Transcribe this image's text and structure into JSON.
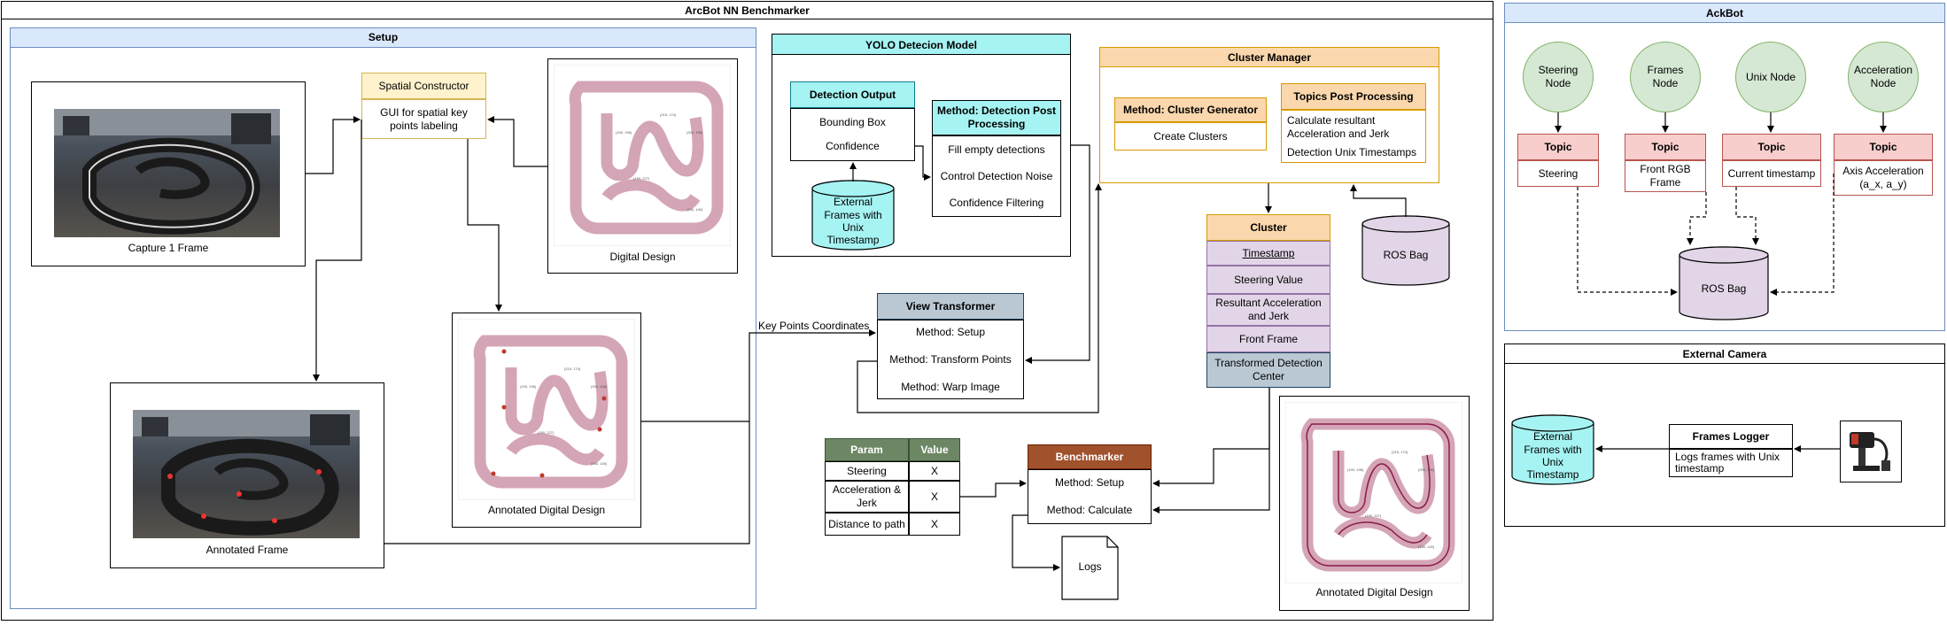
{
  "main": {
    "title": "ArcBot NN Benchmarker",
    "setup": {
      "title": "Setup",
      "capture_caption": "Capture 1 Frame",
      "spatial_title": "Spatial Constructor",
      "spatial_body": "GUI for spatial key points labeling",
      "digital_caption": "Digital Design",
      "annotated_digital_caption": "Annotated Digital Design",
      "annotated_frame_caption": "Annotated Frame"
    },
    "edge_label": "Key Points Coordinates",
    "yolo": {
      "title": "YOLO Detecion Model",
      "det_title": "Detection Output",
      "det_items": [
        "Bounding Box",
        "Confidence"
      ],
      "post_title": "Method: Detection Post Processing",
      "post_items": [
        "Fill empty detections",
        "Control Detection Noise",
        "Confidence Filtering"
      ],
      "ext_frames": "External Frames with Unix Timestamp"
    },
    "view_transformer": {
      "title": "View Transformer",
      "items": [
        "Method: Setup",
        "Method: Transform Points",
        "Method: Warp Image"
      ]
    },
    "cluster_manager": {
      "title": "Cluster Manager",
      "gen_title": "Method: Cluster Generator",
      "gen_body": "Create Clusters",
      "topics_title": "Topics Post Processing",
      "topics_items": [
        "Calculate resultant Acceleration and Jerk",
        "Detection Unix Timestamps"
      ]
    },
    "cluster": {
      "title": "Cluster",
      "items": [
        "Timestamp",
        "Steering Value",
        "Resultant Acceleration and Jerk",
        "Front Frame",
        "Transformed Detection Center"
      ]
    },
    "ros_bag": "ROS Bag",
    "param_table": {
      "headers": [
        "Param",
        "Value"
      ],
      "rows": [
        [
          "Steering",
          "X"
        ],
        [
          "Acceleration & Jerk",
          "X"
        ],
        [
          "Distance to path",
          "X"
        ]
      ]
    },
    "benchmarker": {
      "title": "Benchmarker",
      "items": [
        "Method: Setup",
        "Method: Calculate"
      ]
    },
    "logs": "Logs",
    "annotated_digital_caption": "Annotated Digital Design"
  },
  "ackbot": {
    "title": "AckBot",
    "nodes": [
      "Steering Node",
      "Frames Node",
      "Unix Node",
      "Acceleration Node"
    ],
    "topic_title": "Topic",
    "topics": [
      "Steering",
      "Front RGB Frame",
      "Current timestamp",
      "Axis Acceleration (a_x, a_y)"
    ],
    "ros_bag": "ROS Bag"
  },
  "external_camera": {
    "title": "External Camera",
    "ext_frames": "External Frames with Unix Timestamp",
    "logger_title": "Frames Logger",
    "logger_body": "Logs frames with Unix timestamp"
  },
  "colors": {
    "setup_fill": "#dae8fc",
    "yolo_fill": "#a6f3f3",
    "cluster_fill": "#ffe6cc",
    "cluster_title": "#fad7ac",
    "cluster_item": "#e1d5e7",
    "view_header": "#bac8d3",
    "param_header": "#6d8764",
    "bench_header": "#a0522d",
    "topic_fill": "#f8cecc",
    "track": "#d4a5b6"
  }
}
